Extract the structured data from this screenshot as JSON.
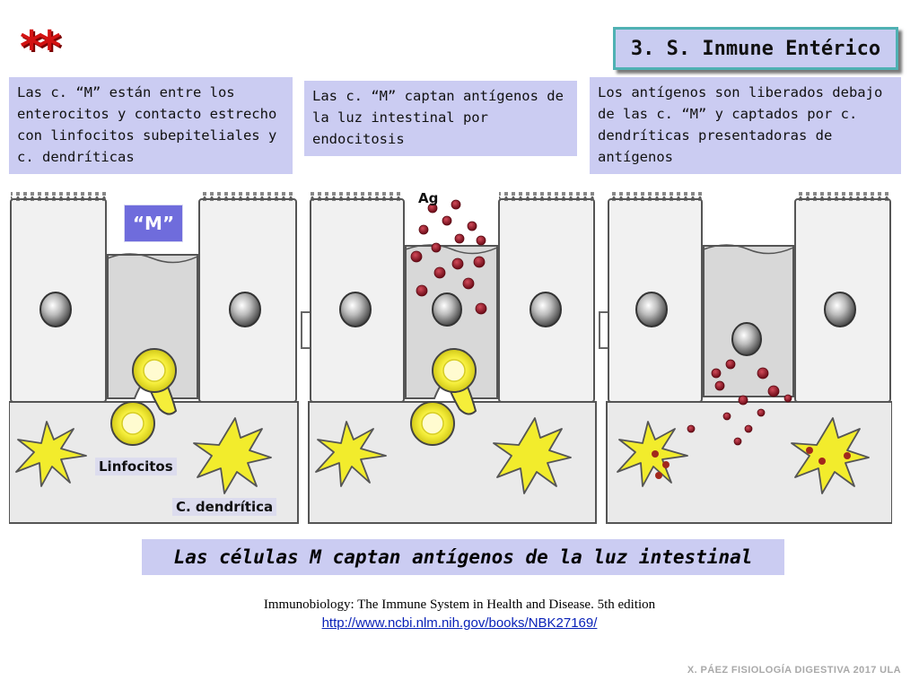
{
  "header": {
    "stars": "**",
    "title": "3. S. Inmune Entérico"
  },
  "notes": [
    "Las c. “M” están entre los enterocitos y contacto estrecho con linfocitos subepiteliales y c. dendríticas",
    "Las c. “M” captan antígenos de la luz intestinal por endocitosis",
    "Los antígenos son liberados debajo de las c. “M” y captados por c. dendríticas presentadoras de antígenos"
  ],
  "labels": {
    "m_cell": "“M”",
    "ag": "Ag",
    "linfocitos": "Linfocitos",
    "dendritica": "C. dendrítica"
  },
  "banner": "Las células M captan antígenos de la luz intestinal",
  "reference": {
    "citation": "Immunobiology: The Immune System in Health and Disease. 5th edition",
    "url": "http://www.ncbi.nlm.nih.gov/books/NBK27169/"
  },
  "footer": "X. PÁEZ   FISIOLOGÍA DIGESTIVA 2017  ULA",
  "colors": {
    "note_bg": "#cbccf2",
    "title_border": "#4fb1b3",
    "m_label_bg": "#6f6cdc",
    "antigen": "#8b1422",
    "dendritic": "#f2ec2c",
    "link": "#0a22b8"
  }
}
